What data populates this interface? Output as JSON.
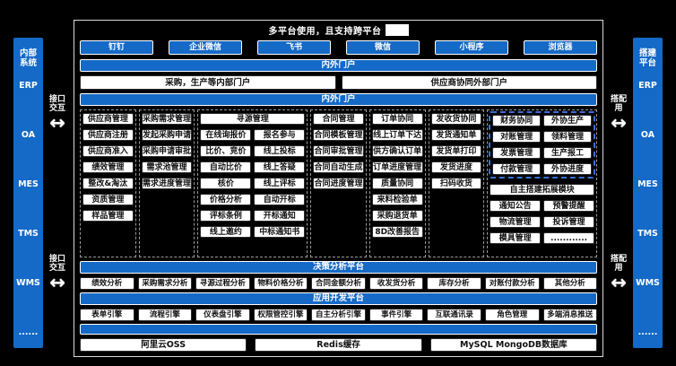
{
  "colors": {
    "accent": "#1569c7",
    "background": "#000000",
    "blue_dash_border": "#3b6fd8"
  },
  "title": {
    "text": "多平台使用，且支持跨平台",
    "redaction_note": "white-box"
  },
  "channels": [
    "钉钉",
    "企业微信",
    "飞书",
    "微信",
    "小程序",
    "浏览器"
  ],
  "portal_bar_top": "内外门户",
  "portal_boxes": [
    "采购，生产等内部门户",
    "供应商协同外部门户"
  ],
  "portal_bar_main": "内外门户",
  "left_sidebar": {
    "title": "内部系统",
    "items": [
      "ERP",
      "OA",
      "MES",
      "TMS",
      "WMS",
      "......"
    ]
  },
  "right_sidebar": {
    "title": "搭建平台",
    "items": [
      "ERP",
      "OA",
      "MES",
      "TMS",
      "WMS",
      "......"
    ]
  },
  "connectors": {
    "left_label": "接口交互",
    "right_label": "搭配用"
  },
  "grid": {
    "columns": [
      {
        "header": "供应商管理",
        "items": [
          "供应商注册",
          "供应商准入",
          "绩效管理",
          "整改&淘汰",
          "资质管理",
          "样品管理"
        ]
      },
      {
        "header": "采购需求管理",
        "items": [
          "发起采购申请",
          "采购申请审批",
          "需求池管理",
          "需求进度管理"
        ]
      },
      {
        "header": "寻源管理",
        "rows": [
          {
            "l": "在线询报价",
            "r": "报名参与"
          },
          {
            "l": "比价、竞价",
            "r": "线上投标"
          },
          {
            "l": "自动比价",
            "r": "线上答疑"
          },
          {
            "l": "核价",
            "r": "线上评标"
          },
          {
            "l": "价格分析",
            "r": "自动开标"
          },
          {
            "l": "评标条例",
            "r": "开标通知"
          },
          {
            "l": "线上邀约",
            "r": "中标通知书"
          }
        ]
      },
      {
        "header": "合同管理",
        "items": [
          "合同模板管理",
          "合同审批管理",
          "合同自动生成",
          "合同进度管理"
        ]
      },
      {
        "header": "订单协同",
        "items": [
          "线上订单下达",
          "供方确认订单",
          "订单进度管理",
          "质量协同",
          "来料检验单",
          "采购退货单",
          "8D改善报告"
        ]
      },
      {
        "header": "发收货协同",
        "items": [
          "发货通知单",
          "发货单打印",
          "发货进度",
          "扫码收货"
        ]
      }
    ],
    "collab_block": {
      "headers": [
        "财务协同",
        "外协生产"
      ],
      "rows": [
        {
          "l": "对账管理",
          "r": "领料管理"
        },
        {
          "l": "发票管理",
          "r": "生产报工"
        },
        {
          "l": "付款管理",
          "r": "外协进度"
        }
      ],
      "extension_header": "自主搭建拓展模块",
      "extension_rows": [
        {
          "l": "通知公告",
          "r": "预警提醒"
        },
        {
          "l": "物流管理",
          "r": "投诉管理"
        },
        {
          "l": "模具管理",
          "r": "............"
        }
      ]
    }
  },
  "decision": {
    "bar": "决策分析平台",
    "items": [
      "绩效分析",
      "采购需求分析",
      "寻源过程分析",
      "物料价格分析",
      "合同金额分析",
      "收发货分析",
      "库存分析",
      "对账付款分析",
      "其他分析"
    ]
  },
  "appdev": {
    "bar": "应用开发平台",
    "items": [
      "表单引擎",
      "流程引擎",
      "仪表盘引擎",
      "权限管控引擎",
      "自主分析引擎",
      "事件引擎",
      "互联通讯录",
      "角色管理",
      "多端消息推送"
    ]
  },
  "infra": {
    "bar_text": "",
    "items": [
      "阿里云OSS",
      "Redis缓存",
      "MySQL MongoDB数据库"
    ]
  }
}
